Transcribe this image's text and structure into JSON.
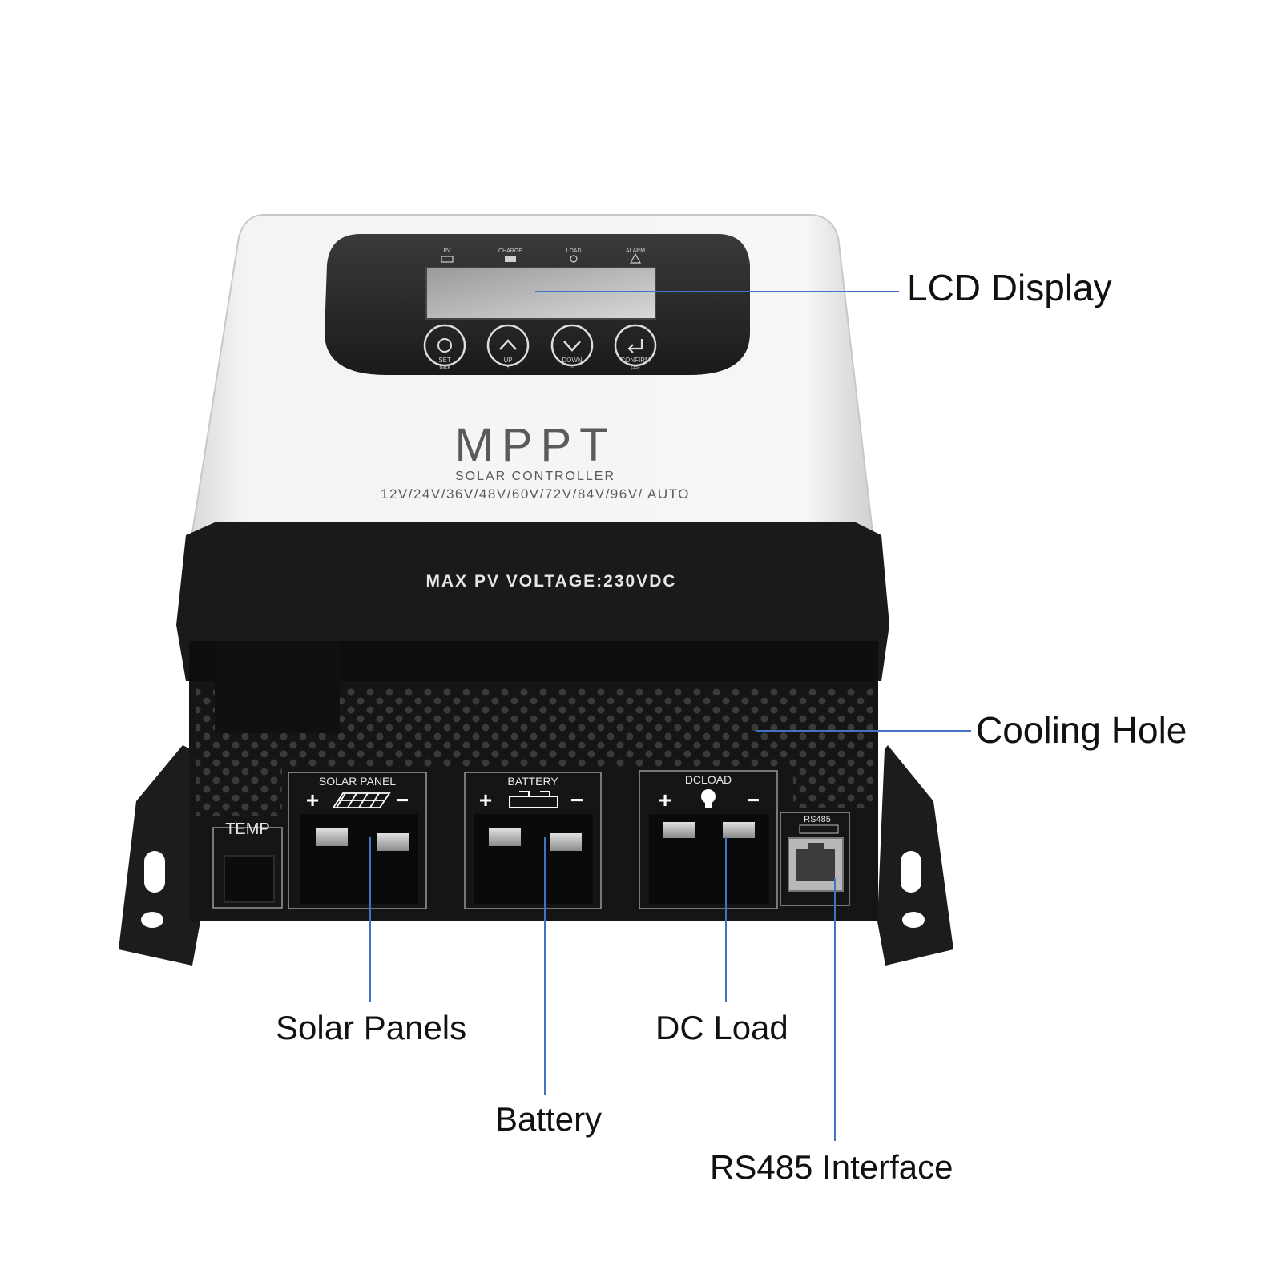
{
  "device": {
    "indicators": [
      "PV",
      "CHARGE",
      "LOAD",
      "ALARM"
    ],
    "buttons": [
      {
        "main": "SET",
        "sub": "Back"
      },
      {
        "main": "UP",
        "sub": "+"
      },
      {
        "main": "DOWN",
        "sub": "−"
      },
      {
        "main": "CONFIRM",
        "sub": "(3S)"
      }
    ],
    "brand_title": "MPPT",
    "brand_subtitle": "SOLAR CONTROLLER",
    "voltages": "12V/24V/36V/48V/60V/72V/84V/96V/ AUTO",
    "max_pv": "MAX  PV  VOLTAGE:230VDC",
    "ports": {
      "temp": "TEMP",
      "solar": "SOLAR PANEL",
      "battery": "BATTERY",
      "dcload": "DCLOAD",
      "rs485": "RS485",
      "plus": "+",
      "minus": "−"
    }
  },
  "callouts": {
    "lcd": "LCD Display",
    "cooling": "Cooling Hole",
    "solar": "Solar Panels",
    "battery": "Battery",
    "dcload": "DC Load",
    "rs485": "RS485 Interface"
  },
  "colors": {
    "leader": "#4472c4",
    "body_white": "#f2f2f2",
    "body_black": "#151515"
  }
}
